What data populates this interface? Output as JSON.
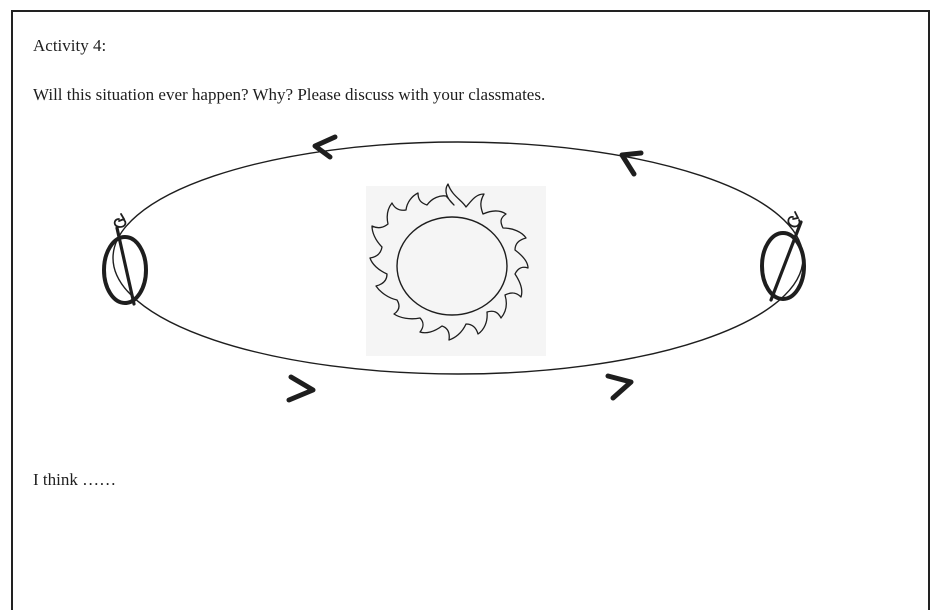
{
  "activity": {
    "title": "Activity 4:",
    "question": "Will this situation ever happen? Why? Please discuss with your classmates.",
    "answer_prompt": "I think ……"
  },
  "diagram": {
    "orbit_direction": "counter-clockwise",
    "earth_positions": [
      "left",
      "right"
    ],
    "colors": {
      "line": "#1e1e1e",
      "sun_bg": "#f4f4f4",
      "border": "#222222"
    },
    "icons": [
      "sun-icon",
      "earth-icon",
      "rotation-arrow-icon",
      "orbit-arrow-icon"
    ]
  }
}
